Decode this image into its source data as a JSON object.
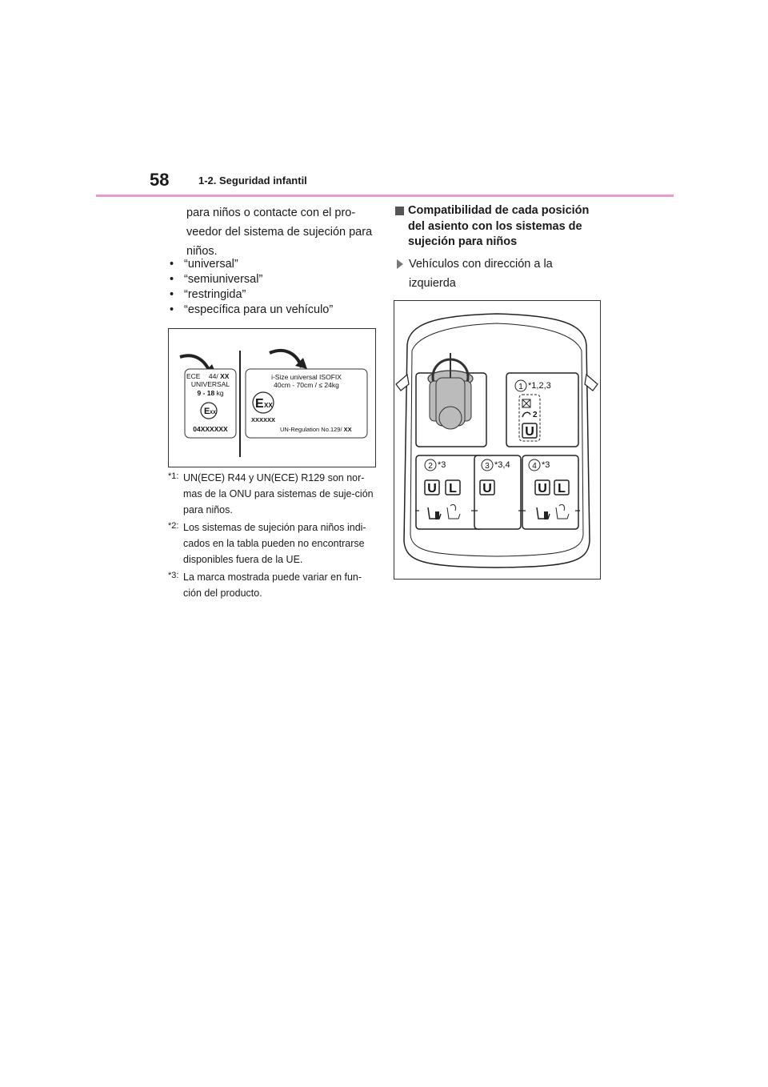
{
  "header": {
    "page_number": "58",
    "section_title": "1-2. Seguridad infantil"
  },
  "left": {
    "continuation": "para niños o contacte con el pro-veedor del sistema de sujeción para niños.",
    "bullets": [
      "“universal”",
      "“semiuniversal”",
      "“restringida”",
      "“específica para un vehículo”"
    ],
    "label_figure": {
      "ece": {
        "line1_prefix": "ECE",
        "line1_value": "44/",
        "xx": "XX",
        "line2": "UNIVERSAL",
        "line3_range": "9 - 18",
        "line3_unit": "kg",
        "e_mark": "E",
        "e_sub": "XX",
        "code": "04XXXXXX"
      },
      "isize": {
        "line1": "i-Size universal ISOFIX",
        "line2": "40cm - 70cm / ≤ 24kg",
        "e_mark": "E",
        "e_sub": "XX",
        "code": "XXXXXX",
        "regulation": "UN-Regulation No.129/",
        "xx": "XX"
      }
    },
    "notes": [
      {
        "mark": "*1:",
        "text": "UN(ECE) R44 y UN(ECE) R129 son nor-mas de la ONU para sistemas de suje-ción para niños."
      },
      {
        "mark": "*2:",
        "text": "Los sistemas de sujeción para niños indi-cados en la tabla pueden no encontrarse disponibles fuera de la UE."
      },
      {
        "mark": "*3:",
        "text": "La marca mostrada puede variar en fun-ción del producto."
      }
    ]
  },
  "right": {
    "heading": "Compatibilidad de cada posición del asiento con los sistemas de sujeción para niños",
    "subheading": "Vehículos con dirección a la izquierda",
    "seat_figure": {
      "seats": [
        {
          "number": "1",
          "note": "*1,2,3",
          "marks": [
            "2",
            "U"
          ]
        },
        {
          "number": "2",
          "note": "*3",
          "marks": [
            "U",
            "L"
          ]
        },
        {
          "number": "3",
          "note": "*3,4",
          "marks": [
            "U"
          ]
        },
        {
          "number": "4",
          "note": "*3",
          "marks": [
            "U",
            "L"
          ]
        }
      ]
    }
  },
  "colors": {
    "header_rule": "#e89bd1",
    "text": "#1a1a1a",
    "bullet_square": "#555555"
  }
}
